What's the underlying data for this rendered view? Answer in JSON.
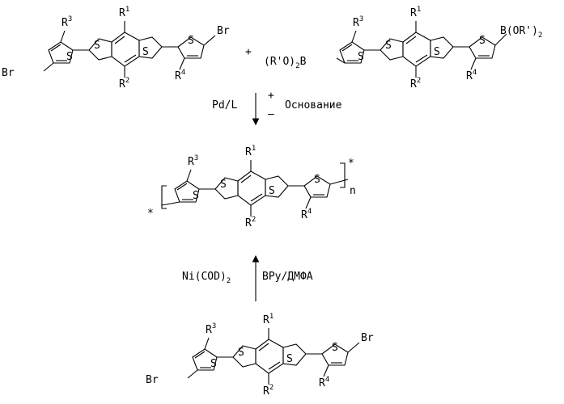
{
  "atoms": {
    "sulfur": "S",
    "bromine": "Br",
    "boron_left": "(R'O)",
    "boron_left_sub": "2",
    "boron_left_b": "B",
    "boron_right": "B(OR')",
    "boron_right_sub": "2",
    "r_letter": "R",
    "r1": "1",
    "r2": "2",
    "r3": "3",
    "r4": "4",
    "repeat_n": "n",
    "end_star": "*"
  },
  "top_reaction": {
    "plus": "+",
    "catalyst": "Pd/L",
    "plus_sign": "+",
    "minus_sign": "–",
    "base": "Основание"
  },
  "bottom_reaction": {
    "reagent_left": "Ni(COD)",
    "reagent_left_sub": "2",
    "reagent_right": "BPy/ДМФА"
  }
}
